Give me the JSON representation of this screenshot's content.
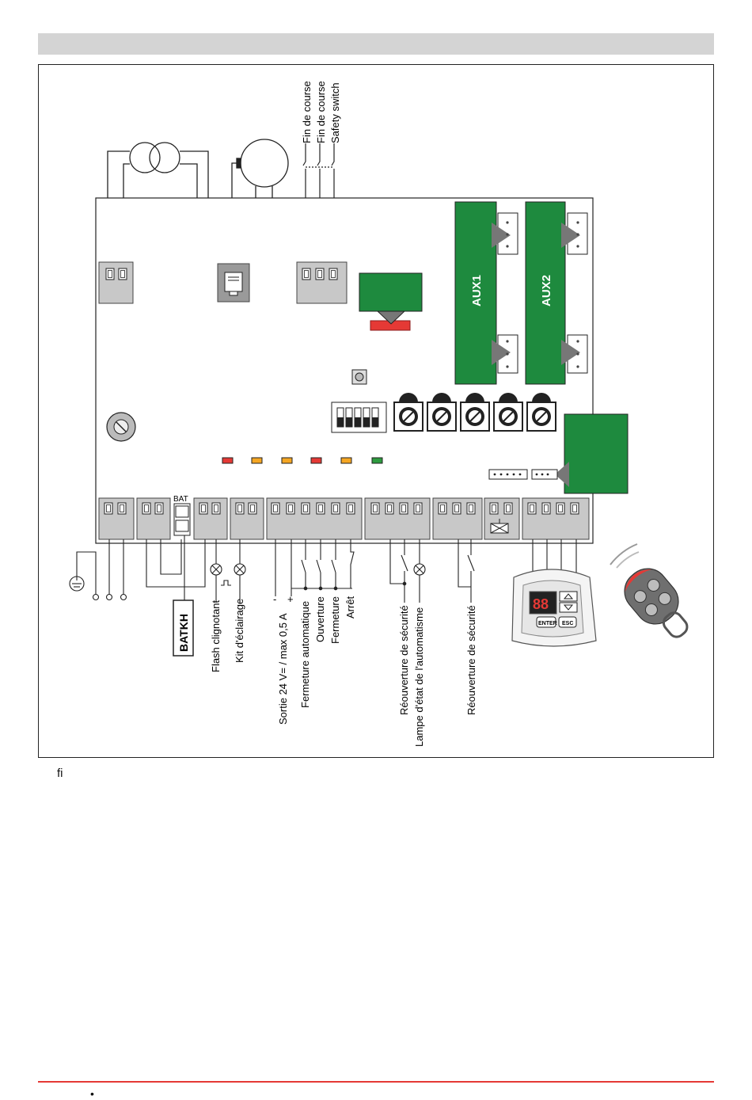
{
  "labels": {
    "limit_1": "Fin de course",
    "limit_2": "Fin de course",
    "safety_switch": "Safety switch",
    "aux1": "AUX1",
    "aux2": "AUX2",
    "bat": "BAT",
    "batkh": "BATKH",
    "flash": "Flash clignotant",
    "light_kit": "Kit d'éclairage",
    "output_24v": "Sortie 24 V= / max 0,5 A",
    "auto_close": "Fermeture automatique",
    "opening": "Ouverture",
    "closing": "Fermeture",
    "stop": "Arrêt",
    "reopen_1": "Réouverture de sécurité",
    "status_lamp": "Lampe d'état de l'automatisme",
    "reopen_2": "Réouverture de sécurité",
    "minus": "-",
    "plus": "+"
  },
  "programmer": {
    "enter": "ENTER",
    "esc": "ESC",
    "display": "88"
  },
  "caption": "fi",
  "footer_mark": "•",
  "colors": {
    "module_green": "#1e8a3e",
    "connector_grey": "#c8c8c8",
    "relay_red": "#e53935",
    "led_red": "#e53935",
    "led_orange": "#f5a623",
    "led_green": "#2e9b3f",
    "footer_red": "#e53935",
    "header_grey": "#d4d4d4"
  },
  "leds": [
    "red",
    "orange",
    "orange",
    "red",
    "orange",
    "green"
  ]
}
